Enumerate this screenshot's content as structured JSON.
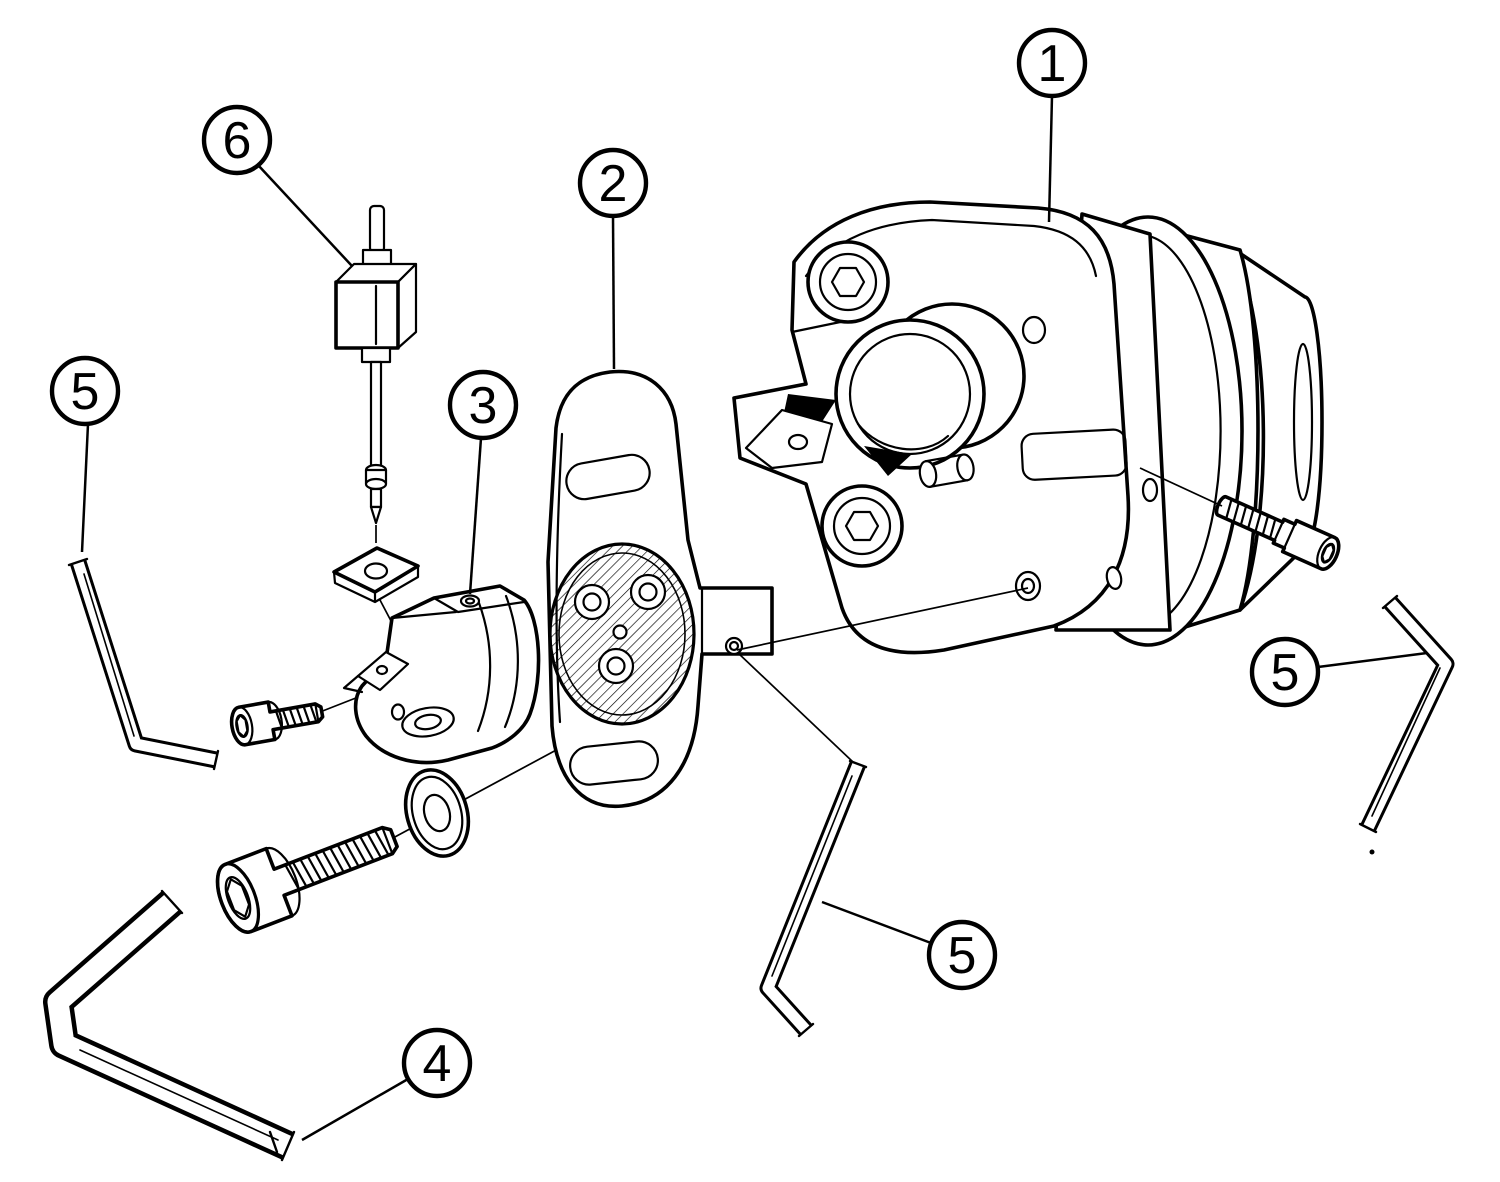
{
  "diagram": {
    "figure_type": "exploded-parts-diagram",
    "background_color": "#ffffff",
    "line_color": "#000000",
    "callouts": [
      {
        "label": "1",
        "part": "cutting-head-body"
      },
      {
        "label": "2",
        "part": "cover-plate"
      },
      {
        "label": "3",
        "part": "insert-cartridge"
      },
      {
        "label": "4",
        "part": "hex-key-large"
      },
      {
        "label": "5",
        "part": "hex-key-left"
      },
      {
        "label": "5",
        "part": "hex-key-right"
      },
      {
        "label": "5",
        "part": "hex-key-bottom"
      },
      {
        "label": "6",
        "part": "adjustment-screw-assembly"
      }
    ]
  }
}
